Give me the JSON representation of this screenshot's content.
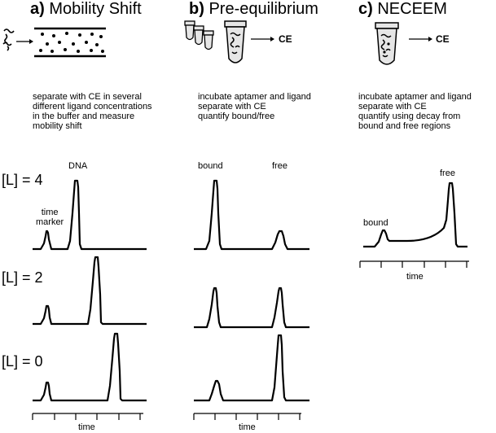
{
  "panels": {
    "a": {
      "letter": "a)",
      "title": "Mobility Shift",
      "desc": "separate with CE in several\ndifferent ligand concentrations\nin the buffer and measure\nmobility shift",
      "label_time_marker": "time\nmarker",
      "label_dna": "DNA",
      "axis_label": "time"
    },
    "b": {
      "letter": "b)",
      "title": "Pre-equilibrium",
      "desc": "incubate aptamer and ligand\nseparate with CE\nquantify bound/free",
      "ce_label": "CE",
      "label_bound": "bound",
      "label_free": "free",
      "axis_label": "time"
    },
    "c": {
      "letter": "c)",
      "title": "NECEEM",
      "desc": "incubate aptamer and ligand\nseparate with CE\nquantify using decay from\nbound and free regions",
      "ce_label": "CE",
      "label_bound": "bound",
      "label_free": "free",
      "axis_label": "time"
    }
  },
  "concentrations": [
    "[L] = 4",
    "[L] = 2",
    "[L] = 0"
  ],
  "colors": {
    "ink": "#000000",
    "tube_fill": "#e6e6e6"
  }
}
